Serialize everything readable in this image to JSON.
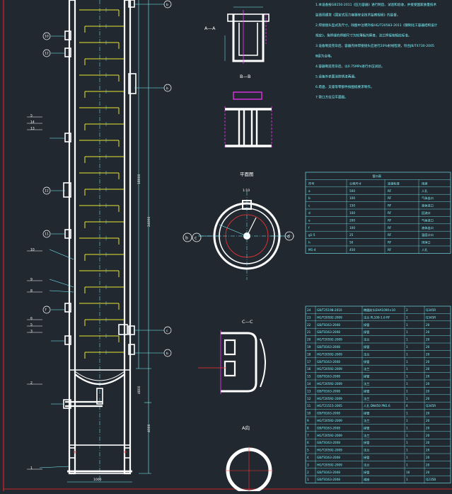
{
  "palette": {
    "background": "#212830",
    "outline": "#ffffff",
    "dimension": "#7ff7ff",
    "rebar": "#e6e62e",
    "cut_mark": "#ff33ff",
    "center_mark": "#ff3333",
    "border": "#ff2222"
  },
  "tower": {
    "callouts_left": [
      "10",
      "12",
      "5",
      "14",
      "13",
      "12",
      "11",
      "10",
      "9",
      "8",
      "7",
      "6",
      "5",
      "3",
      "2",
      "1"
    ],
    "callouts_right": [
      "b",
      "b",
      "c",
      "b"
    ],
    "dims": [
      "18000",
      "24000",
      "4000",
      "4800",
      "1000"
    ]
  },
  "sections": {
    "a_a": {
      "title": "A—A"
    },
    "b_b": {
      "title": "B—B"
    },
    "plan": {
      "title": "平面图",
      "label": "1:10"
    },
    "c_c": {
      "title": "C—C"
    },
    "d_d": {
      "title": "A向"
    },
    "circle_labels": [
      "b",
      "c",
      "d"
    ]
  },
  "notes": {
    "lines": [
      "1.本设备按GB150-2011《压力容器》进行制造、试验和验收，并接受国家质量技术",
      "监督局颁发《固定式压力容器安全技术监察规程》的监督。",
      "2.焊接接头型式及尺寸，除图中注明外按HG/T20583-2011《钢制化工容器结构设计",
      "规定》，角焊缝的焊脚尺寸为较薄板的厚度，法兰焊接按相应标准。",
      "3.设备制造完毕后，容器壳体焊接接头应进行20%射线检测，符合JB/T4730-2005",
      "Ⅲ级为合格。",
      "4.容器制造完毕后，以0.75MPa进行水压试验。",
      "5.设备外表面涂防锈漆两遍。",
      "6.塔盘、支座等零部件按图纸要求制作。",
      "7.管口方位见平面图。"
    ]
  },
  "nozzle_table": {
    "title": "管口表",
    "header": [
      "符号",
      "公称尺寸",
      "连接标准",
      "用途"
    ],
    "rows": [
      [
        "a",
        "500",
        "RF",
        "人孔"
      ],
      [
        "b",
        "100",
        "RF",
        "气体出口"
      ],
      [
        "c",
        "150",
        "RF",
        "液体进口"
      ],
      [
        "d",
        "100",
        "RF",
        "回流口"
      ],
      [
        "e",
        "200",
        "RF",
        "气体进口"
      ],
      [
        "f",
        "100",
        "RF",
        "液体出口"
      ],
      [
        "g1-5",
        "25",
        "RF",
        "温度计口"
      ],
      [
        "h",
        "50",
        "RF",
        "排净口"
      ],
      [
        "M1-4",
        "450",
        "RF",
        "人孔"
      ]
    ]
  },
  "parts_table": {
    "rows": [
      [
        "24",
        "GB/T25198-2010",
        "椭圆封头EHA1000×10",
        "2",
        "Q345R"
      ],
      [
        "23",
        "HG/T20592-2009",
        "法兰 PL100-1.6 RF",
        "1",
        "Q345R"
      ],
      [
        "22",
        "GB/T8163-2008",
        "接管",
        "1",
        "20"
      ],
      [
        "21",
        "GB/T8163-2008",
        "接管",
        "1",
        "20"
      ],
      [
        "20",
        "HG/T20592-2009",
        "法兰",
        "1",
        "20"
      ],
      [
        "19",
        "GB/T8163-2008",
        "接管",
        "1",
        "20"
      ],
      [
        "18",
        "HG/T20592-2009",
        "法兰",
        "1",
        "20"
      ],
      [
        "17",
        "GB/T8163-2008",
        "接管",
        "1",
        "20"
      ],
      [
        "16",
        "HG/T20592-2009",
        "法兰",
        "1",
        "20"
      ],
      [
        "15",
        "GB/T8163-2008",
        "接管",
        "1",
        "20"
      ],
      [
        "14",
        "HG/T20592-2009",
        "法兰",
        "1",
        "20"
      ],
      [
        "13",
        "GB/T8163-2008",
        "接管",
        "1",
        "20"
      ],
      [
        "12",
        "HG/T20592-2009",
        "法兰",
        "1",
        "20"
      ],
      [
        "11",
        "HG/T21515-2005",
        "人孔 DN450 PN1.6",
        "4",
        "Q345R"
      ],
      [
        "10",
        "GB/T8163-2008",
        "接管",
        "1",
        "20"
      ],
      [
        "9",
        "HG/T20592-2009",
        "法兰",
        "1",
        "20"
      ],
      [
        "8",
        "GB/T8163-2008",
        "接管",
        "1",
        "20"
      ],
      [
        "7",
        "HG/T20592-2009",
        "法兰",
        "1",
        "20"
      ],
      [
        "6",
        "GB/T8163-2008",
        "接管",
        "1",
        "20"
      ],
      [
        "5",
        "HG/T20592-2009",
        "法兰",
        "1",
        "20"
      ],
      [
        "4",
        "GB/T8163-2008",
        "接管",
        "1",
        "20"
      ],
      [
        "3",
        "HG/T20592-2009",
        "法兰",
        "1",
        "20"
      ],
      [
        "2",
        "GB/T8163-2008",
        "接管",
        "16",
        "20"
      ],
      [
        "1",
        "GB/T8163-2008",
        "裙座",
        "1",
        "Q235B"
      ]
    ]
  }
}
